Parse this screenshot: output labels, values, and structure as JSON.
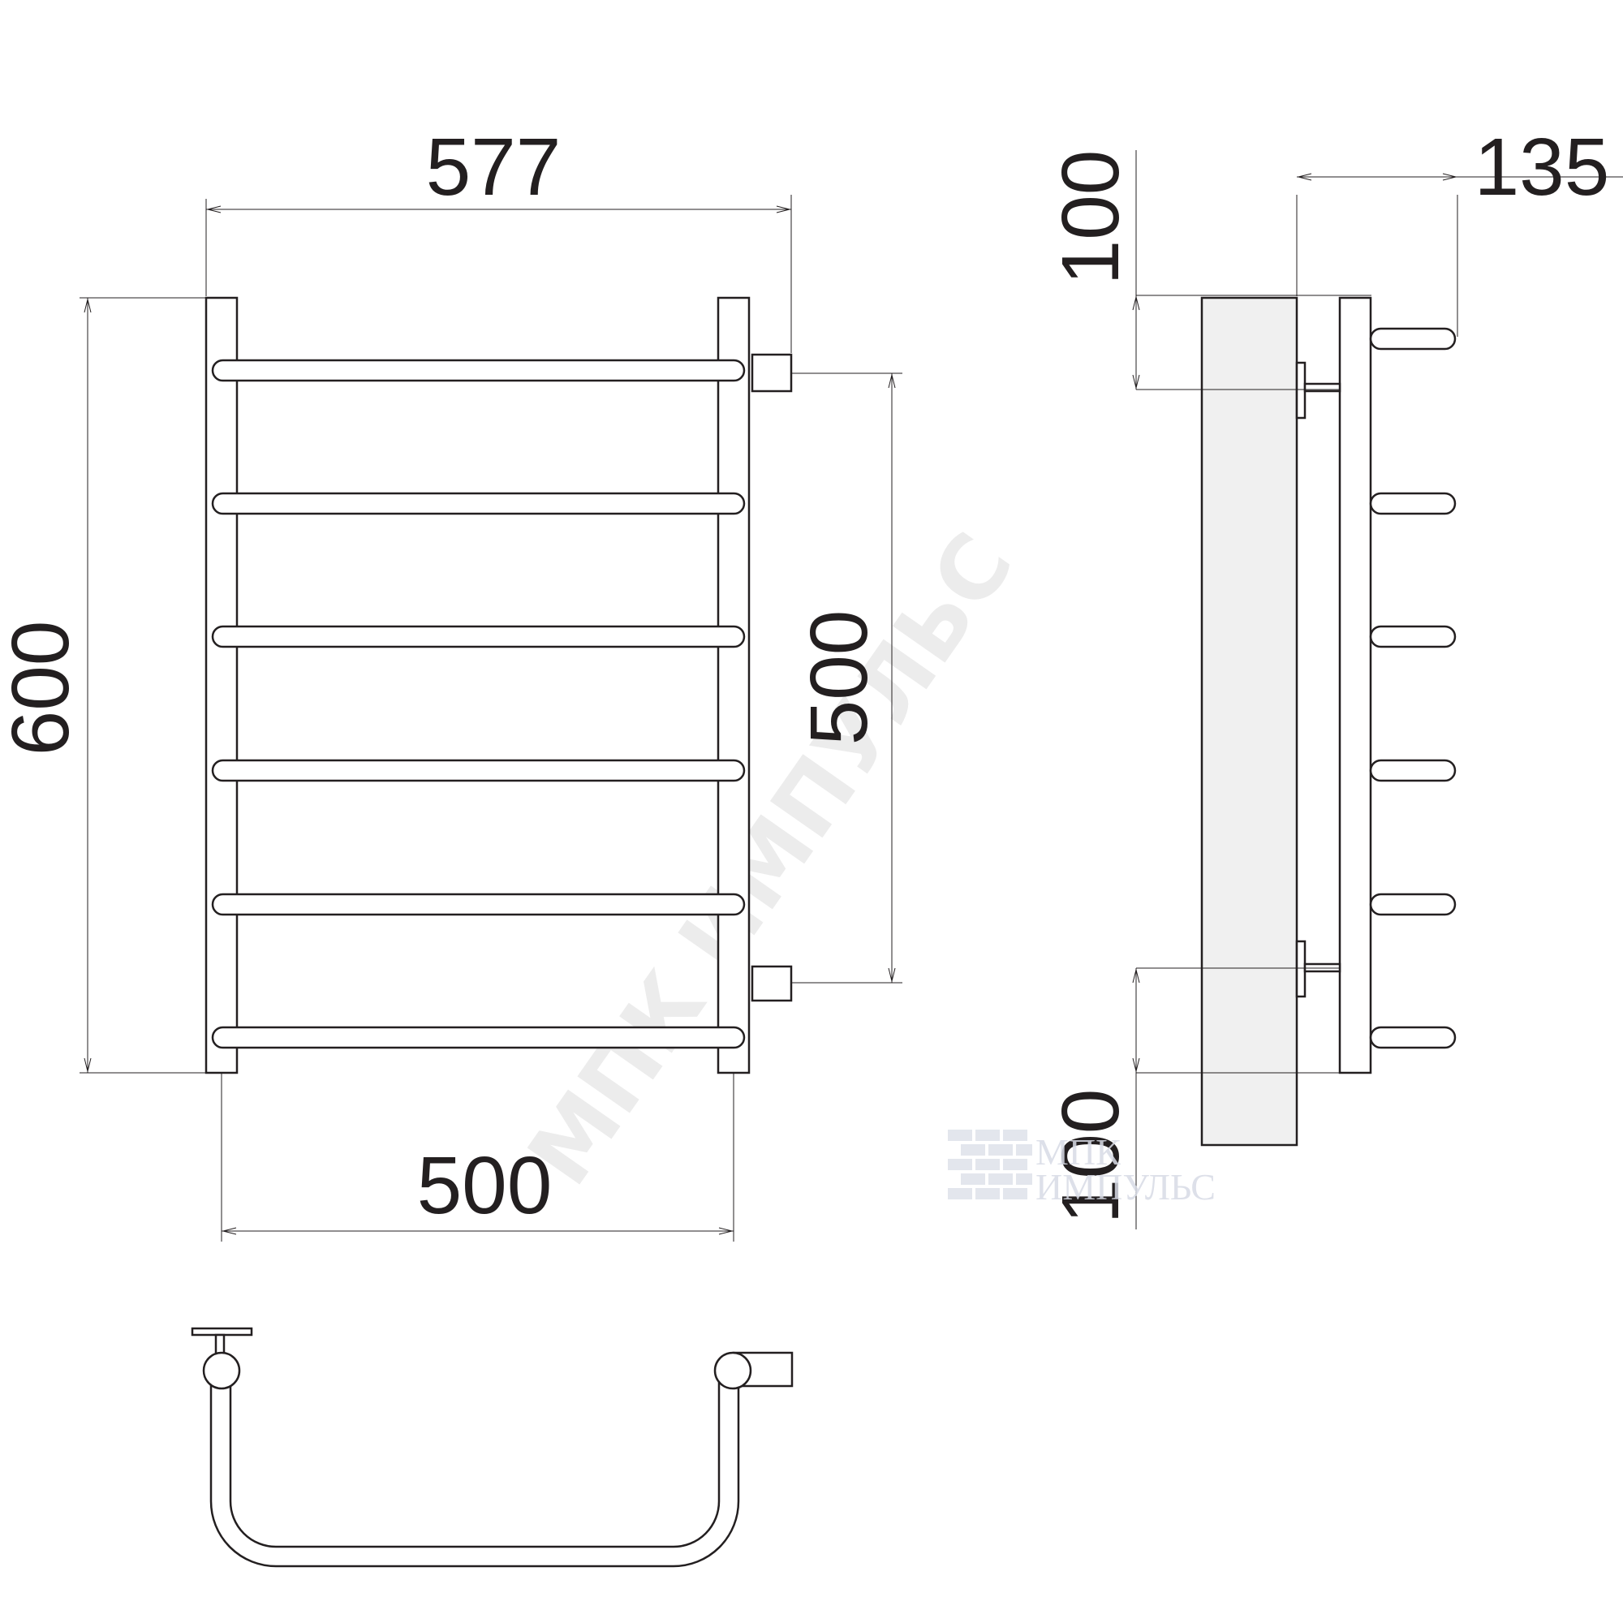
{
  "dimensions": {
    "overall_width": "577",
    "overall_height": "600",
    "center_distance_vertical": "500",
    "center_distance_horizontal": "500",
    "wall_offset_top": "100",
    "wall_offset_bottom": "100",
    "depth": "135"
  },
  "watermark": {
    "diagonal_text": "МПК ИМПУЛЬС",
    "logo_line1": "МПК",
    "logo_line2": "ИМПУЛЬС"
  },
  "colors": {
    "line": "#231f20",
    "watermark": "#ececec",
    "wall_fill": "#f0f0f0"
  }
}
